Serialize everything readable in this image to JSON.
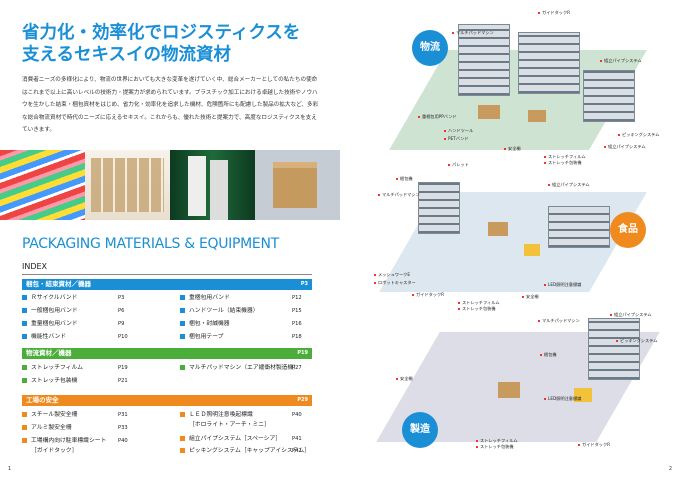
{
  "left_page": {
    "title_line1": "省力化・効率化でロジスティクスを",
    "title_line2": "支えるセキスイの物流資材",
    "intro": "消費者ニーズの多様化により、物流の世界においても大きな変革を遂げていく中、総合メーカーとしての私たちの使命はこれまで以上に高いレベルの技術力・提案力が求められています。プラスチック加工における卓越した技術やノウハウを生かした結束・梱包資材をはじめ、省力化・効率化を追求した機材、危険箇所にも配慮した製品の拡大など、多彩な総合物流資材で時代のニーズに応えるセキスイ。これからも、優れた技術と提案力で、高度なロジスティクスを支えていきます。",
    "heading_en": "PACKAGING MATERIALS & EQUIPMENT",
    "index_label": "INDEX",
    "folio": "1",
    "sections": [
      {
        "label": "梱包・結束資材／機器",
        "page": "P3",
        "items": [
          {
            "name": "Ｒサイクルバンド",
            "page": "P3"
          },
          {
            "name": "一般梱包用バンド",
            "page": "P6"
          },
          {
            "name": "重量梱包用バンド",
            "page": "P9"
          },
          {
            "name": "機能性バンド",
            "page": "P10"
          },
          {
            "name": "重梱包用バンド",
            "page": "P12"
          },
          {
            "name": "ハンドツール（結束機器）",
            "page": "P15"
          },
          {
            "name": "梱包・封緘機器",
            "page": "P16"
          },
          {
            "name": "梱包用テープ",
            "page": "P18"
          }
        ]
      },
      {
        "label": "物流資材／機器",
        "page": "P19",
        "items": [
          {
            "name": "ストレッチフィルム",
            "page": "P19"
          },
          {
            "name": "ストレッチ包装機",
            "page": "P21"
          },
          {
            "name": "マルチパッドマシン（エア緩衝材製造機）",
            "page": "P27"
          }
        ]
      },
      {
        "label": "工場の安全",
        "page": "P29",
        "items": [
          {
            "name": "スチール製安全柵",
            "page": "P31"
          },
          {
            "name": "アルミ製安全柵",
            "page": "P33"
          },
          {
            "name": "工場構内向け駐車標識シート",
            "page": "P40"
          },
          {
            "name": "［ガイドタック］",
            "page": ""
          },
          {
            "name": "ＬＥＤ照明注意喚起標識",
            "page": "P40"
          },
          {
            "name": "［ホロライト・アーチ・ミニ］",
            "page": ""
          },
          {
            "name": "組立パイプシステム［スペーシア］",
            "page": "P41"
          },
          {
            "name": "ピッキングシステム［キャップアイシステム］",
            "page": "P42"
          }
        ]
      }
    ]
  },
  "right_page": {
    "folio": "2",
    "colors": {
      "logistics": "#1a8fd6",
      "food": "#ef8a1f",
      "manufacturing": "#1a8fd6"
    },
    "scenes": [
      {
        "badge": "物流",
        "labels": [
          "ガイドタックR",
          "マルチパッドマシン",
          "組立パイプシステム",
          "重梱包用PPバンド",
          "ハンドツール",
          "PETバンド",
          "安全柵",
          "ピッキングシステム",
          "組立パイプシステム",
          "ストレッチフィルム",
          "ストレッチ包装機"
        ]
      },
      {
        "badge": "食品",
        "labels": [
          "パレット",
          "梱包機",
          "マルチパッドマシン",
          "組立パイプシステム",
          "メッシュワークE",
          "ロボットキャスター",
          "ガイドタックR",
          "ストレッチフィルム",
          "ストレッチ包装機",
          "LED照明注意標識",
          "安全柵"
        ]
      },
      {
        "badge": "製造",
        "labels": [
          "組立パイプシステム",
          "ピッキングシステム",
          "マルチパッドマシン",
          "安全柵",
          "LED照明注意標識",
          "ストレッチフィルム",
          "ストレッチ包装機",
          "ガイドタックR",
          "梱包機"
        ]
      }
    ]
  }
}
